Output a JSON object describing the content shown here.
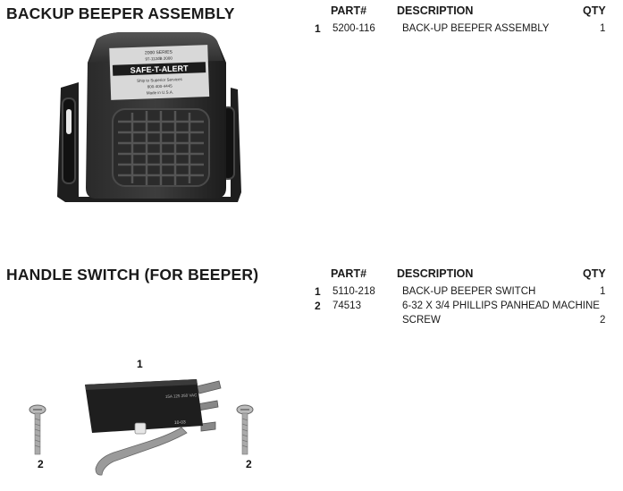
{
  "sections": [
    {
      "title": "BACKUP BEEPER ASSEMBLY",
      "headers": {
        "part": "PART#",
        "description": "DESCRIPTION",
        "qty": "QTY"
      },
      "rows": [
        {
          "num": "1",
          "part": "5200-116",
          "description": [
            "BACK-UP BEEPER ASSEMBLY"
          ],
          "qty": "1"
        }
      ],
      "image_text": {
        "series": "2000 SERIES",
        "label_line": "97-112dB 2000",
        "brand": "SAFE-T-ALERT",
        "small1": "Ship to Superior Services",
        "small2": "800-400-4445",
        "made": "Made in U.S.A."
      }
    },
    {
      "title": "HANDLE SWITCH (FOR BEEPER)",
      "headers": {
        "part": "PART#",
        "description": "DESCRIPTION",
        "qty": "QTY"
      },
      "rows": [
        {
          "num": "1",
          "part": "5110-218",
          "description": [
            "BACK-UP BEEPER SWITCH"
          ],
          "qty": "1"
        },
        {
          "num": "2",
          "part": "74513",
          "description": [
            "6-32 X 3/4 PHILLIPS PANHEAD MACHINE",
            "SCREW"
          ],
          "qty": "2"
        }
      ],
      "callouts": {
        "switch": "1",
        "screw_left": "2",
        "screw_right": "2"
      },
      "image_text": {
        "switch_code": "10-03",
        "switch_rating": "15A 125 250 VAC"
      }
    }
  ]
}
